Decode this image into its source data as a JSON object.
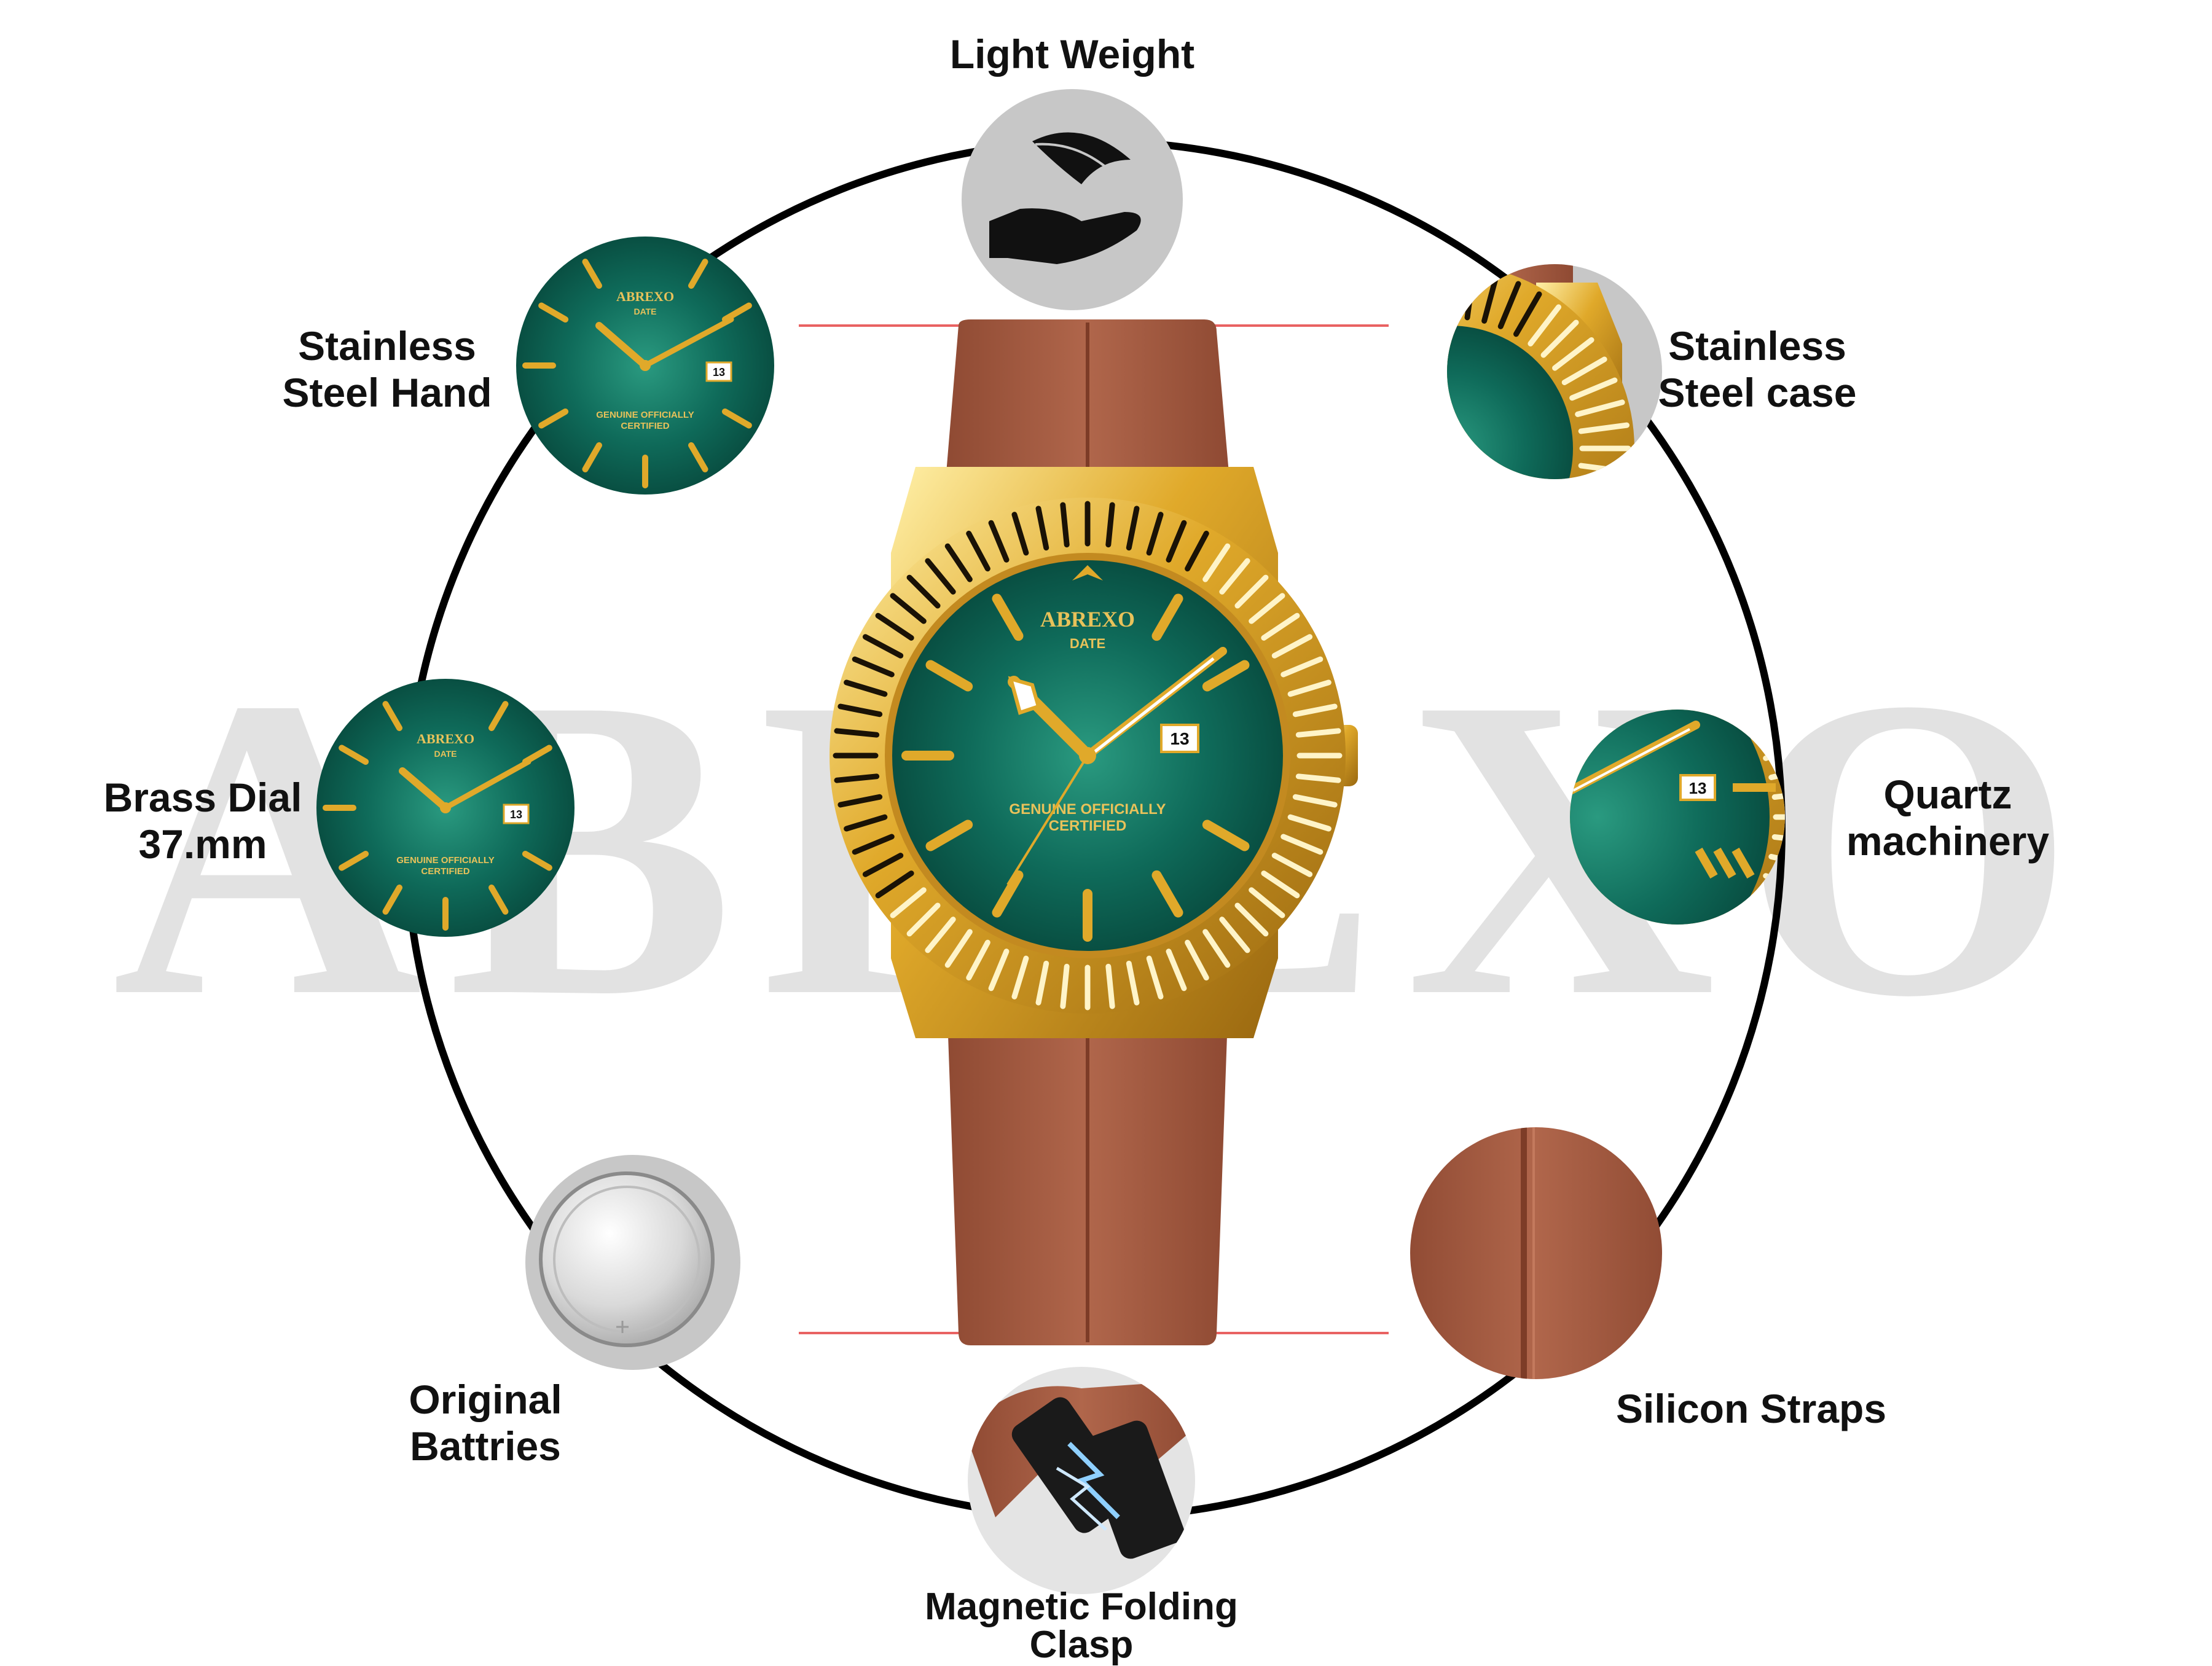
{
  "watermark": "ABREXO",
  "watch": {
    "brand": "ABREXO",
    "sub_brand": "DATE",
    "date_window": "13",
    "certified_line1": "GENUINE OFFICIALLY",
    "certified_line2": "CERTIFIED"
  },
  "features": {
    "light_weight": {
      "line1": "Light Weight"
    },
    "steel_hand": {
      "line1": "Stainless",
      "line2": "Steel Hand"
    },
    "steel_case": {
      "line1": "Stainless",
      "line2": "Steel case"
    },
    "brass_dial": {
      "line1": "Brass Dial",
      "line2": "37.mm"
    },
    "quartz": {
      "line1": "Quartz",
      "line2": "machinery"
    },
    "batteries": {
      "line1": "Original",
      "line2": "Battries"
    },
    "straps": {
      "line1": "Silicon Straps"
    },
    "clasp": {
      "line1": "Magnetic Folding",
      "line2": "Clasp"
    }
  },
  "colors": {
    "dial_green": "#0f6b5a",
    "gold": "#e0a92a",
    "strap_brown": "#a85c43",
    "circle_stroke": "#000000",
    "red_line": "#e02020",
    "watermark": "#e2e2e2"
  },
  "icons": [
    "feather-hand-icon",
    "battery-icon",
    "magnetic-clasp-icon"
  ]
}
